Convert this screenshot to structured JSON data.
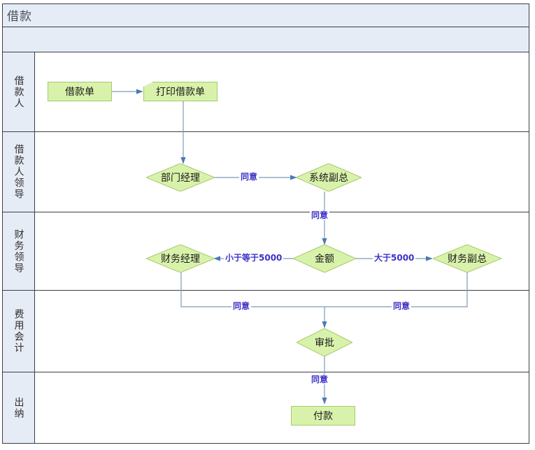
{
  "diagram": {
    "title": "借款",
    "type": "swimlane-flowchart",
    "colors": {
      "lane_header_fill": "#e6ecf6",
      "frame_border": "#3a3f47",
      "node_fill": "#d9f2ab",
      "node_border": "#a5c96a",
      "connector": "#7e9ab8",
      "edge_label_text": "#3b32c8"
    }
  },
  "lanes": [
    {
      "label": "借款人"
    },
    {
      "label": "借款人领导"
    },
    {
      "label": "财务领导"
    },
    {
      "label": "费用会计"
    },
    {
      "label": "出纳"
    }
  ],
  "nodes": [
    {
      "id": "n1",
      "label": "借款单",
      "shape": "rect",
      "lane": "借款人"
    },
    {
      "id": "n2",
      "label": "打印借款单",
      "shape": "document",
      "lane": "借款人"
    },
    {
      "id": "n3",
      "label": "部门经理",
      "shape": "diamond",
      "lane": "借款人领导"
    },
    {
      "id": "n4",
      "label": "系统副总",
      "shape": "diamond",
      "lane": "借款人领导"
    },
    {
      "id": "n5",
      "label": "财务经理",
      "shape": "diamond",
      "lane": "财务领导"
    },
    {
      "id": "n6",
      "label": "金额",
      "shape": "diamond",
      "lane": "财务领导"
    },
    {
      "id": "n7",
      "label": "财务副总",
      "shape": "diamond",
      "lane": "财务领导"
    },
    {
      "id": "n8",
      "label": "审批",
      "shape": "diamond",
      "lane": "费用会计"
    },
    {
      "id": "n9",
      "label": "付款",
      "shape": "rect",
      "lane": "出纳"
    }
  ],
  "edges": [
    {
      "from": "n1",
      "to": "n2",
      "label": ""
    },
    {
      "from": "n2",
      "to": "n3",
      "label": ""
    },
    {
      "from": "n3",
      "to": "n4",
      "label": "同意"
    },
    {
      "from": "n4",
      "to": "n6",
      "label": "同意"
    },
    {
      "from": "n6",
      "to": "n5",
      "label": "小于等于5000"
    },
    {
      "from": "n6",
      "to": "n7",
      "label": "大于5000"
    },
    {
      "from": "n5",
      "to": "n8",
      "label": "同意"
    },
    {
      "from": "n7",
      "to": "n8",
      "label": "同意"
    },
    {
      "from": "n8",
      "to": "n9",
      "label": "同意"
    }
  ],
  "edge_labels": {
    "agree_1": "同意",
    "agree_2": "同意",
    "le_5000": "小于等于5000",
    "gt_5000": "大于5000",
    "agree_3": "同意",
    "agree_4": "同意",
    "agree_5": "同意"
  }
}
